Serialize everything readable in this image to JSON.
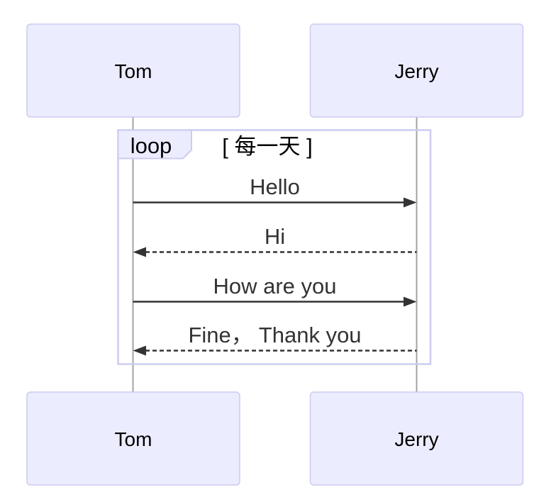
{
  "diagram": {
    "type": "sequence-diagram",
    "actors": [
      {
        "id": "tom",
        "label": "Tom"
      },
      {
        "id": "jerry",
        "label": "Jerry"
      }
    ],
    "loop": {
      "keyword": "loop",
      "condition": "[ 每一天 ]"
    },
    "messages": [
      {
        "from": "Tom",
        "to": "Jerry",
        "text": "Hello",
        "line": "solid",
        "direction": "right"
      },
      {
        "from": "Jerry",
        "to": "Tom",
        "text": "Hi",
        "line": "dashed",
        "direction": "left"
      },
      {
        "from": "Tom",
        "to": "Jerry",
        "text": "How are you",
        "line": "solid",
        "direction": "right"
      },
      {
        "from": "Jerry",
        "to": "Tom",
        "text": "Fine， Thank you",
        "line": "dashed",
        "direction": "left"
      }
    ],
    "colors": {
      "actor_fill": "#ECECFF",
      "actor_border": "#CCCCEE",
      "loop_border": "#CCCCF0",
      "loop_label_fill": "#ECECFF",
      "lifeline": "#A3A3A3",
      "message": "#333333",
      "text": "#000000",
      "background": "#FFFFFF"
    }
  }
}
